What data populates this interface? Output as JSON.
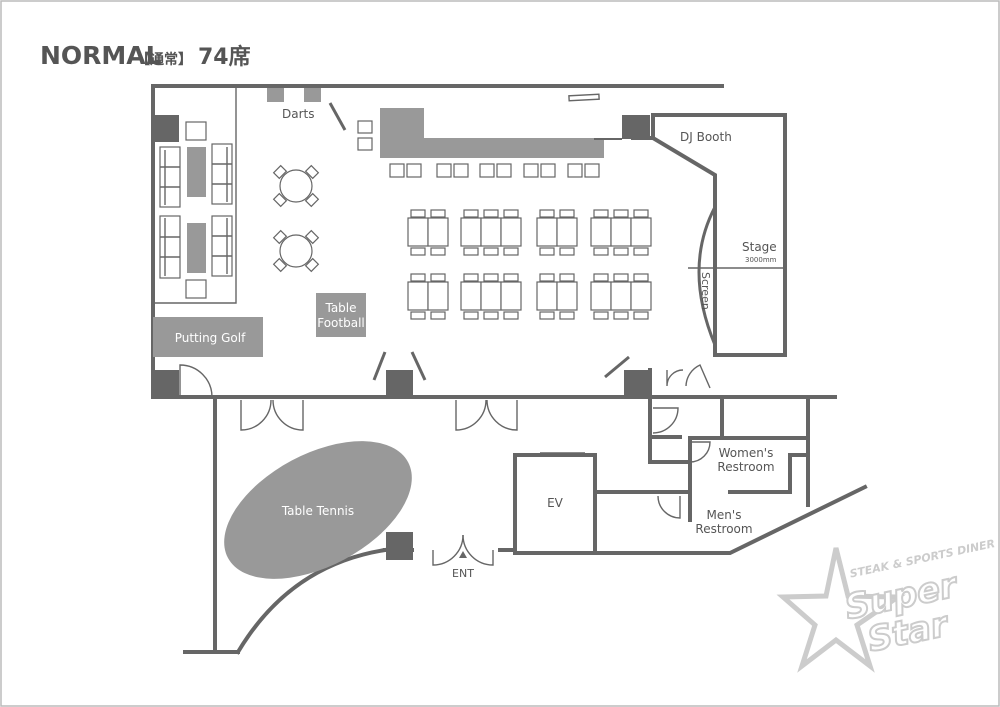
{
  "title": {
    "main": "NORMAL",
    "bracket": "【通常】",
    "seats": "74席"
  },
  "labels": {
    "darts": "Darts",
    "dj_booth": "DJ Booth",
    "stage": "Stage",
    "stage_width": "3000mm",
    "screen": "Screen",
    "table_football_1": "Table",
    "table_football_2": "Football",
    "putting_golf": "Putting Golf",
    "table_tennis": "Table Tennis",
    "ev": "EV",
    "ent": "ENT",
    "womens_1": "Women's",
    "womens_2": "Restroom",
    "mens_1": "Men's",
    "mens_2": "Restroom"
  },
  "logo": {
    "line1": "STEAK & SPORTS DINER",
    "line2": "Super",
    "line3": "Star"
  },
  "colors": {
    "wall": "#666666",
    "furniture": "#999999",
    "logo": "#cccccc",
    "text": "#555555"
  }
}
